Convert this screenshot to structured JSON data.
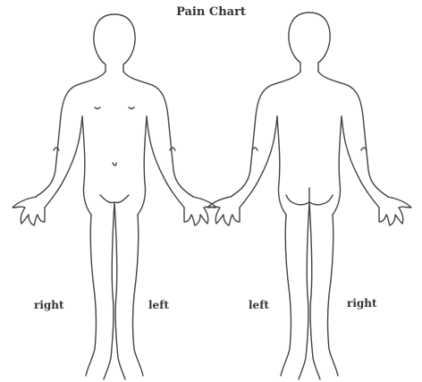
{
  "title": "Pain Chart",
  "labels": {
    "front_right": "right",
    "front_left": "left",
    "back_left": "left",
    "back_right": "right"
  },
  "figures": [
    {
      "name": "front-view",
      "icon": "body-front-outline"
    },
    {
      "name": "back-view",
      "icon": "body-back-outline"
    }
  ],
  "colors": {
    "stroke": "#444444",
    "text": "#333333",
    "background": "#ffffff"
  }
}
